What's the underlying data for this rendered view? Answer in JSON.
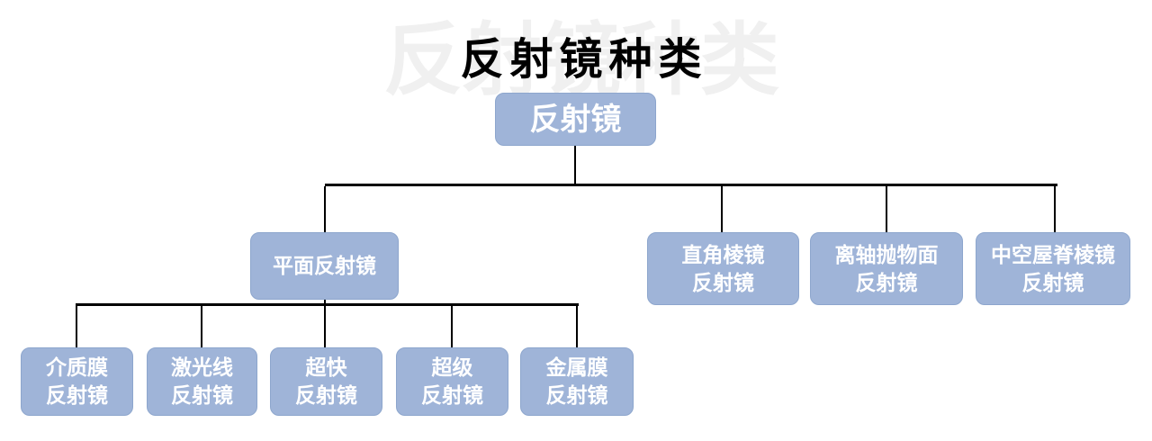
{
  "title": "反射镜种类",
  "watermark_text": "反射镜种类",
  "colors": {
    "node_fill": "#9fb4d8",
    "node_border": "#8da6cd",
    "node_text": "#ffffff",
    "connector": "#000000",
    "title_text": "#000000",
    "watermark_text": "#f0f0f0",
    "background": "#ffffff"
  },
  "nodes": {
    "root": {
      "label": "反射镜"
    },
    "plane": {
      "line1": "平面反射镜"
    },
    "right_angle": {
      "line1": "直角棱镜",
      "line2": "反射镜"
    },
    "off_axis": {
      "line1": "离轴抛物面",
      "line2": "反射镜"
    },
    "hollow_roof": {
      "line1": "中空屋脊棱镜",
      "line2": "反射镜"
    },
    "dielectric": {
      "line1": "介质膜",
      "line2": "反射镜"
    },
    "laser_line": {
      "line1": "激光线",
      "line2": "反射镜"
    },
    "ultrafast": {
      "line1": "超快",
      "line2": "反射镜"
    },
    "super": {
      "line1": "超级",
      "line2": "反射镜"
    },
    "metal": {
      "line1": "金属膜",
      "line2": "反射镜"
    }
  },
  "hierarchy": {
    "root": "反射镜",
    "children": [
      {
        "label": "平面反射镜",
        "children": [
          "介质膜反射镜",
          "激光线反射镜",
          "超快反射镜",
          "超级反射镜",
          "金属膜反射镜"
        ]
      },
      {
        "label": "直角棱镜反射镜",
        "children": []
      },
      {
        "label": "离轴抛物面反射镜",
        "children": []
      },
      {
        "label": "中空屋脊棱镜反射镜",
        "children": []
      }
    ]
  }
}
